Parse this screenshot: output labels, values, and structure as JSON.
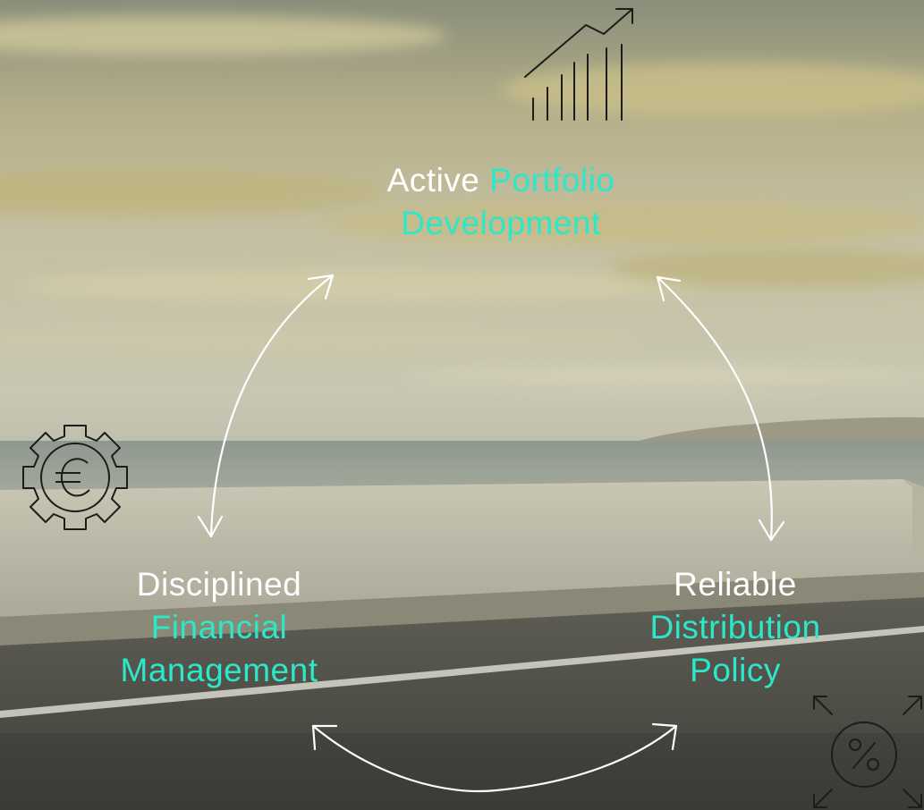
{
  "colors": {
    "accent": "#2de8c8",
    "text": "#ffffff",
    "icon_stroke": "#1c1c1c",
    "arrow": "#ffffff"
  },
  "top_node": {
    "word1": "Active",
    "word2": "Portfolio",
    "word3": "Development",
    "icon": "growth-chart-icon"
  },
  "left_node": {
    "line1": "Disciplined",
    "line2": "Financial",
    "line3": "Management",
    "icon": "euro-gear-icon"
  },
  "right_node": {
    "line1": "Reliable",
    "line2": "Distribution",
    "line3": "Policy",
    "icon": "percent-expand-icon"
  }
}
